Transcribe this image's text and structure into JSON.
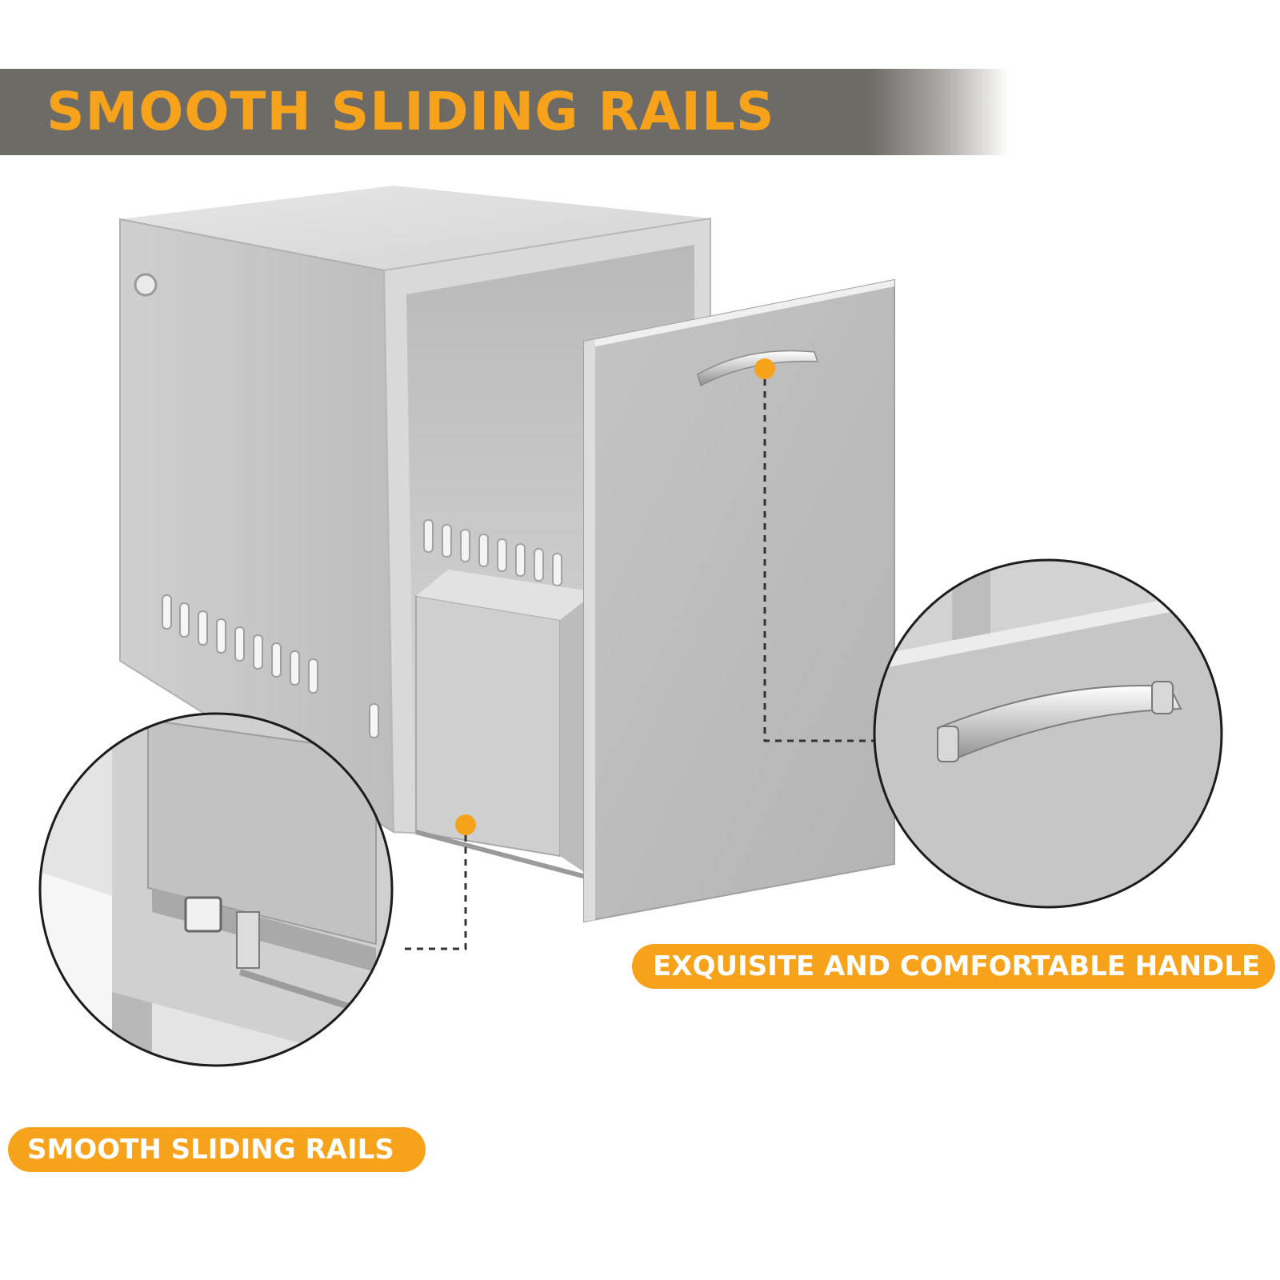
{
  "header": {
    "title": "SMOOTH SLIDING RAILS"
  },
  "callouts": {
    "handle_label": "EXQUISITE AND COMFORTABLE HANDLE",
    "rails_label": "SMOOTH SLIDING RAILS"
  },
  "colors": {
    "accent": "#f7a21b",
    "header_background": "#6e6a66",
    "steel": "#c9c9c9"
  }
}
